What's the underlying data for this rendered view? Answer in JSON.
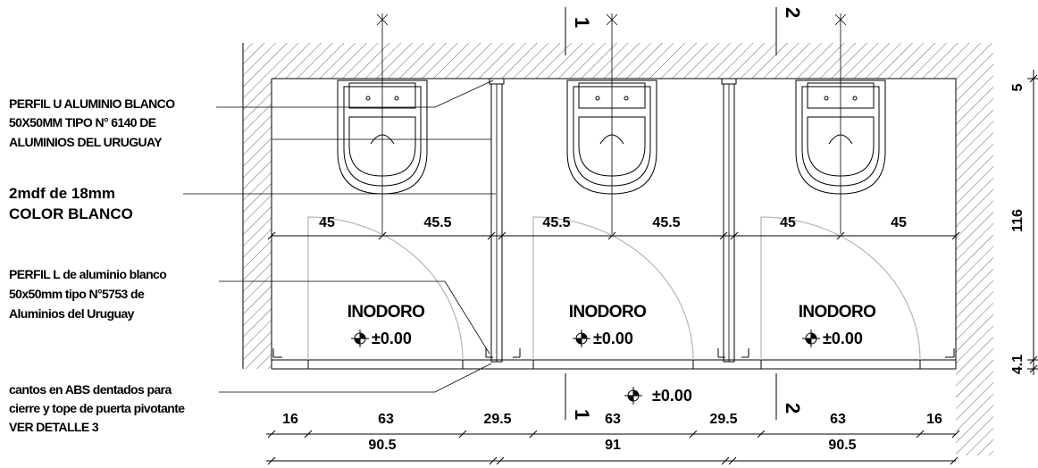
{
  "notes": {
    "perfil_u": [
      "PERFIL U ALUMINIO BLANCO",
      "50X50MM TIPO N° 6140 DE",
      "ALUMINIOS DEL URUGUAY"
    ],
    "mdf": [
      "2mdf de 18mm",
      "COLOR BLANCO"
    ],
    "perfil_l": [
      "PERFIL L de aluminio  blanco",
      "50x50mm tipo N°5753 de",
      "Aluminios del Uruguay"
    ],
    "cantos": [
      "cantos en ABS dentados para",
      "cierre y tope de puerta  pivotante",
      "VER DETALLE 3"
    ]
  },
  "rooms": [
    {
      "name": "INODORO",
      "level": "±0.00"
    },
    {
      "name": "INODORO",
      "level": "±0.00"
    },
    {
      "name": "INODORO",
      "level": "±0.00"
    }
  ],
  "corridor_level": "±0.00",
  "section_marks": [
    "1",
    "2"
  ],
  "dims": {
    "inner": [
      "45",
      "45.5",
      "45.5",
      "45.5",
      "45",
      "45"
    ],
    "right": [
      "5",
      "116",
      "4.1"
    ],
    "bottom_row1": [
      "16",
      "63",
      "29.5",
      "63",
      "29.5",
      "63",
      "16"
    ],
    "bottom_row2": [
      "90.5",
      "91",
      "90.5"
    ]
  }
}
